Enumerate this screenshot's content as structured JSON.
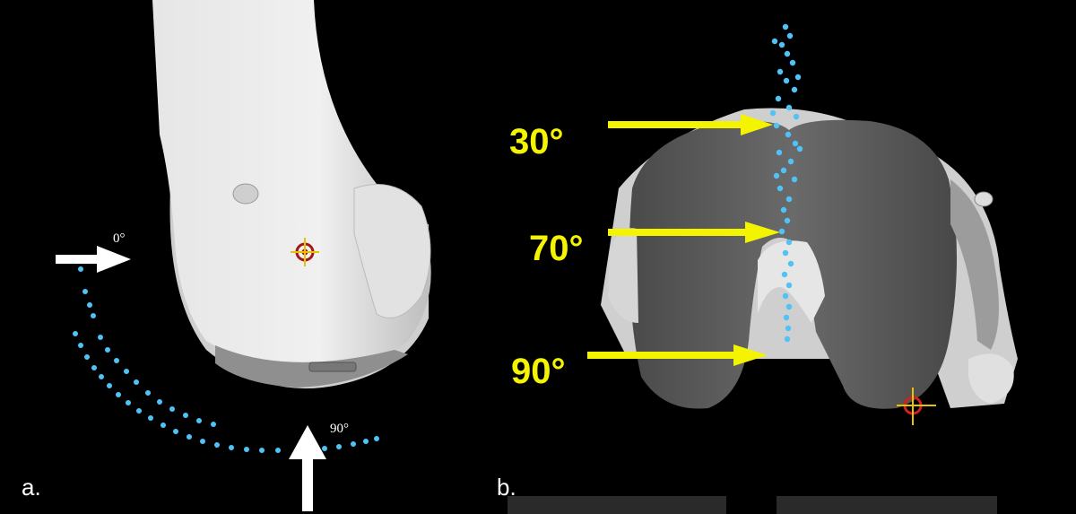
{
  "panels": {
    "a": {
      "label": "a.",
      "start_angle": "0°",
      "end_angle": "90°"
    },
    "b": {
      "label": "b.",
      "angles": [
        "30°",
        "70°",
        "90°"
      ]
    }
  },
  "colors": {
    "background": "#000000",
    "bone": "#dcdcdc",
    "implant": "#5a5a5a",
    "tracking_points": "#4fc3f7",
    "arrows_panel_b": "#f4f400",
    "arrows_panel_a": "#ffffff",
    "target_marker": "#b22222"
  },
  "icons": [
    "crosshair-target-icon",
    "arrow-right-icon",
    "arrow-up-icon"
  ]
}
